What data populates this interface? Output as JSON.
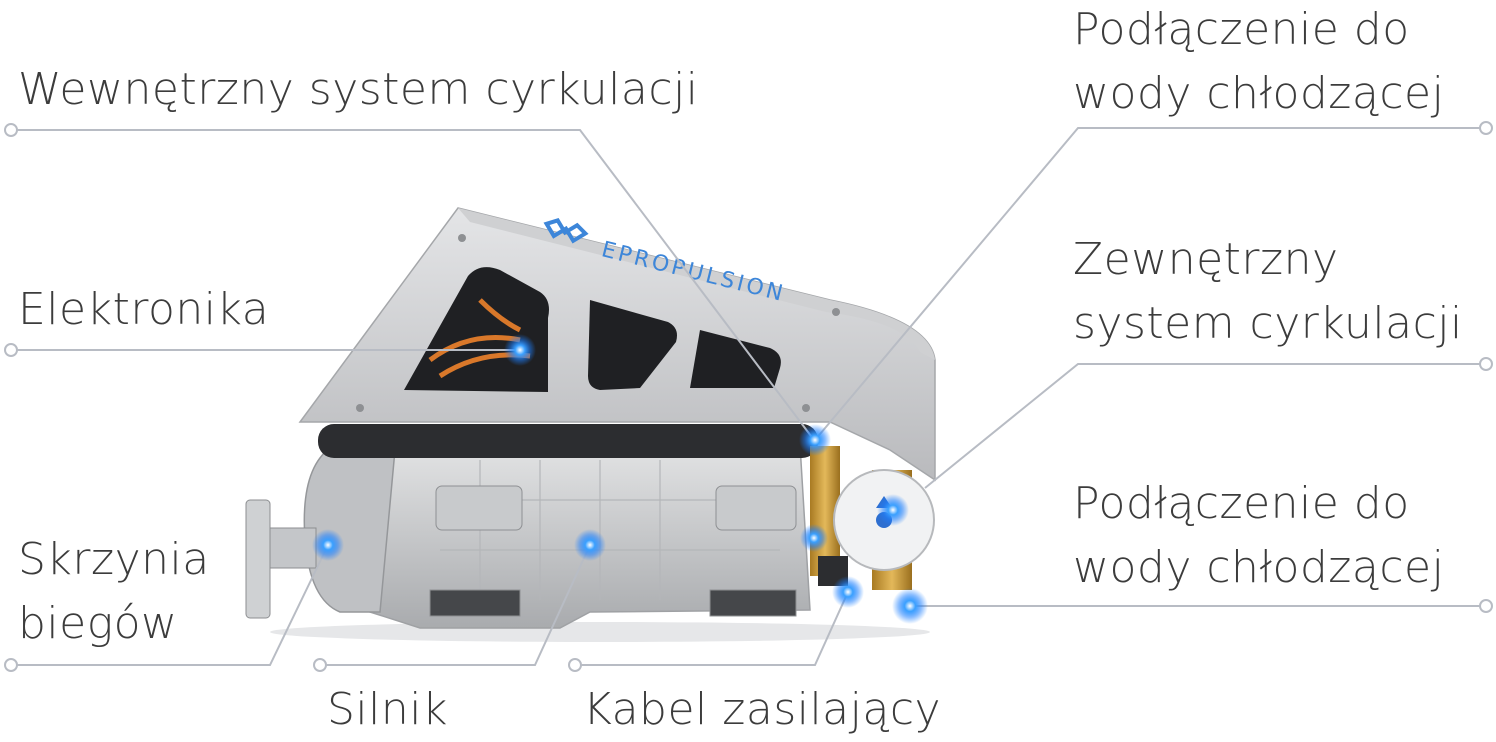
{
  "labels": {
    "internal_circulation": "Wewnętrzny system cyrkulacji",
    "electronics": "Elektronika",
    "gearbox": [
      "Skrzynia",
      "biegów"
    ],
    "motor": "Silnik",
    "power_cable": "Kabel zasilający",
    "cooling_connection_top": [
      "Podłączenie do",
      "wody chłodzącej"
    ],
    "external_circulation": [
      "Zewnętrzny",
      "system cyrkulacji"
    ],
    "cooling_connection_bottom": [
      "Podłączenie do",
      "wody chłodzącej"
    ]
  },
  "brand_text": "EPROPULSION",
  "colors": {
    "housing": "#c9cacc",
    "motor_body": "#d4d5d6",
    "dark_hose": "#2c2d30",
    "brass": "#c99b3a",
    "hotspot": "#1d7fff",
    "leader_line": "#b8bcc4",
    "text": "#3c3c3c",
    "brand": "#3d86d9"
  }
}
